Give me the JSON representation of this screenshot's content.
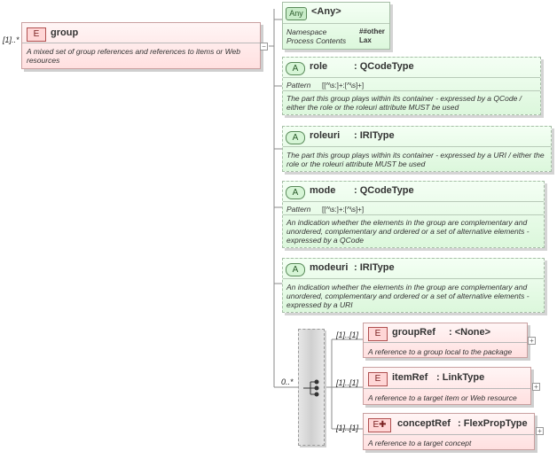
{
  "root": {
    "cardinality": "[1]..*",
    "tag": "E",
    "name": "group",
    "description": "A mixed set of group references and references to items or Web resources"
  },
  "any_attr": {
    "tag": "Any",
    "name": "<Any>",
    "rows": [
      {
        "label": "Namespace",
        "value": "##other"
      },
      {
        "label": "Process Contents",
        "value": "Lax"
      }
    ]
  },
  "attributes": [
    {
      "tag": "A",
      "name": "role",
      "type": ": QCodeType",
      "pattern_label": "Pattern",
      "pattern_value": "[[^\\s:]+:[^\\s]+]",
      "description": "The part this group plays within its container - expressed by a QCode / either the role or the roleuri attribute MUST be used"
    },
    {
      "tag": "A",
      "name": "roleuri",
      "type": ": IRIType",
      "description": "The part this group plays within its container - expressed by a URI / either the role or the roleuri attribute MUST be used"
    },
    {
      "tag": "A",
      "name": "mode",
      "type": ": QCodeType",
      "pattern_label": "Pattern",
      "pattern_value": "[[^\\s:]+:[^\\s]+]",
      "description": "An indication whether the elements in the group are complementary and unordered, complementary and ordered or a set of alternative elements - expressed by a QCode"
    },
    {
      "tag": "A",
      "name": "modeuri",
      "type": ": IRIType",
      "description": "An indication whether the elements in the group are complementary and unordered, complementary and ordered or a set of alternative elements - expressed by a URI"
    }
  ],
  "choice": {
    "cardinality": "0..*"
  },
  "children": [
    {
      "cardinality": "[1]..[1]",
      "tag": "E",
      "name": "groupRef",
      "type": ": <None>",
      "description": "A reference to a group local to the package"
    },
    {
      "cardinality": "[1]..[1]",
      "tag": "E",
      "name": "itemRef",
      "type": ": LinkType",
      "description": "A reference to a target item or Web resource"
    },
    {
      "cardinality": "[1]..[1]",
      "tag": "E",
      "name": "conceptRef",
      "type": ": FlexPropType",
      "description": "A reference to a target concept"
    }
  ],
  "expander_glyph": "+",
  "collapse_glyph": "−"
}
